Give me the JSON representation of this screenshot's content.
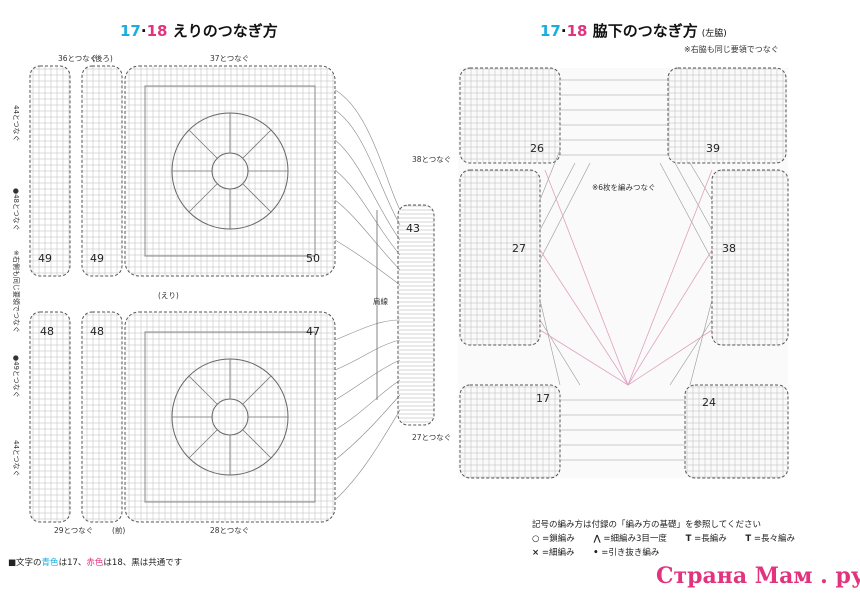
{
  "left_title": {
    "num_a": "17",
    "dot": "·",
    "num_b": "18",
    "text": "えりのつなぎ方"
  },
  "right_title": {
    "num_a": "17",
    "dot": "·",
    "num_b": "18",
    "text": "脇下のつなぎ方",
    "sub": "(左脇)"
  },
  "right_note": "※右脇も同じ要領でつなぐ",
  "left_diagram": {
    "top_labels": {
      "a": "36とつなぐ",
      "b": "(後ろ)",
      "c": "37とつなぐ"
    },
    "bottom_labels": {
      "a": "29とつなぐ",
      "b": "(前)",
      "c": "28とつなぐ"
    },
    "side_labels": {
      "s44_top": "44とつなぐ",
      "s48": "●48とつなぐ",
      "same": "※右側も同じ要領でつなぐ",
      "s49": "●49とつなぐ",
      "s44_bot": "44とつなぐ"
    },
    "center_label": "(えり)",
    "shoulder": "肩線",
    "strip_top": "38とつなぐ",
    "strip_bottom": "27とつなぐ",
    "motif_numbers": {
      "m49a": "49",
      "m49b": "49",
      "m50": "50",
      "m48a": "48",
      "m48b": "48",
      "m47": "47",
      "m43": "43"
    }
  },
  "right_diagram": {
    "center_note": "※6枚を編みつなぐ",
    "motif_numbers": {
      "m26": "26",
      "m39": "39",
      "m27": "27",
      "m38": "38",
      "m17": "17",
      "m24": "24"
    }
  },
  "legend": {
    "title": "記号の編み方は付録の「編み方の基礎」を参照してください",
    "items": [
      {
        "sym": "○",
        "text": "=鎖編み"
      },
      {
        "sym": "⋀",
        "text": "=細編み3目一度"
      },
      {
        "sym": "T",
        "text": "=長編み"
      },
      {
        "sym": "T",
        "text": "=長々編み"
      },
      {
        "sym": "×",
        "text": "=細編み"
      },
      {
        "sym": "•",
        "text": "=引き抜き編み"
      }
    ]
  },
  "footnote": {
    "prefix": "■文字の",
    "blue": "青色",
    "mid1": "は17、",
    "red": "赤色",
    "mid2": "は18、黒は共通です"
  },
  "watermark": "Страна Мам . ру",
  "colors": {
    "blue": "#19aee0",
    "red": "#e2337f",
    "line": "#555555",
    "pink": "#e0a0c0"
  }
}
